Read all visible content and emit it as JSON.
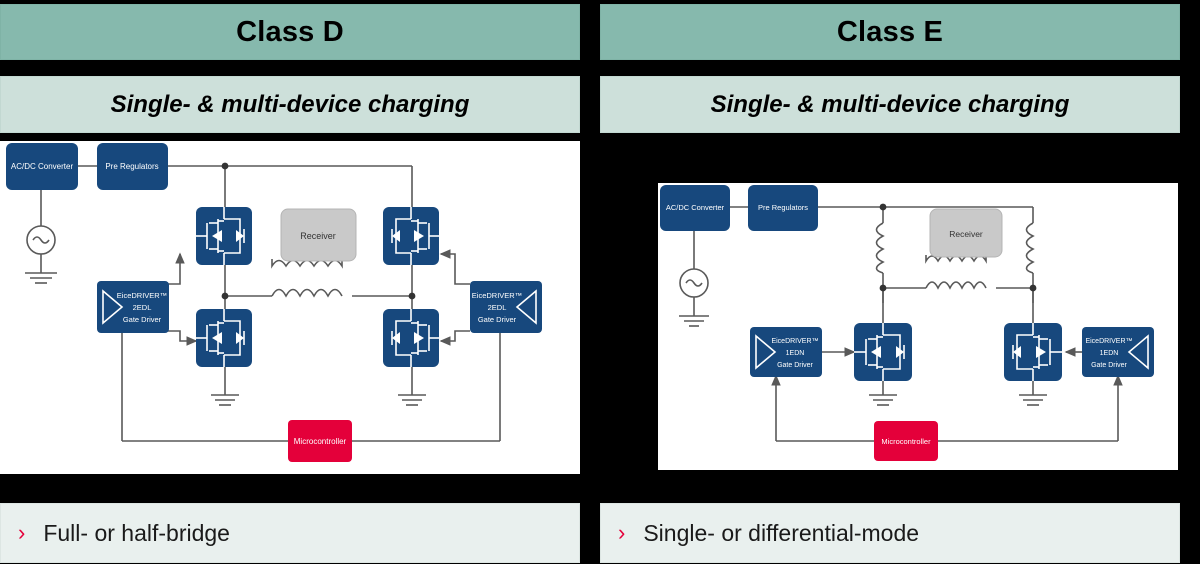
{
  "columns": [
    {
      "id": "class-d",
      "header": "Class D",
      "subtitle": "Single- & multi-device charging",
      "caption": "Full- or half-bridge",
      "bullet_glyph": "›",
      "diagram": {
        "type": "power-transfer-block-diagram",
        "blocks": [
          {
            "name": "ac-dc-converter",
            "label": "AC/DC Converter",
            "color": "#17487d"
          },
          {
            "name": "pre-regulators",
            "label": "Pre Regulators",
            "color": "#17487d"
          },
          {
            "name": "gate-driver-left",
            "label_lines": [
              "EiceDRIVER™",
              "2EDL",
              "Gate Driver"
            ],
            "color": "#17487d"
          },
          {
            "name": "gate-driver-right",
            "label_lines": [
              "EiceDRIVER™",
              "2EDL",
              "Gate Driver"
            ],
            "color": "#17487d"
          },
          {
            "name": "receiver",
            "label": "Receiver",
            "color": "#c9c9c9"
          },
          {
            "name": "microcontroller",
            "label": "Microcontroller",
            "color": "#e4003a"
          }
        ],
        "mosfet_count": 4,
        "topology": "full-bridge"
      }
    },
    {
      "id": "class-e",
      "header": "Class E",
      "subtitle": "Single- & multi-device charging",
      "caption": "Single- or differential-mode",
      "bullet_glyph": "›",
      "diagram": {
        "type": "power-transfer-block-diagram",
        "blocks": [
          {
            "name": "ac-dc-converter",
            "label": "AC/DC Converter",
            "color": "#17487d"
          },
          {
            "name": "pre-regulators",
            "label": "Pre Regulators",
            "color": "#17487d"
          },
          {
            "name": "gate-driver-left",
            "label_lines": [
              "EiceDRIVER™",
              "1EDN",
              "Gate Driver"
            ],
            "color": "#17487d"
          },
          {
            "name": "gate-driver-right",
            "label_lines": [
              "EiceDRIVER™",
              "1EDN",
              "Gate Driver"
            ],
            "color": "#17487d"
          },
          {
            "name": "receiver",
            "label": "Receiver",
            "color": "#c9c9c9"
          },
          {
            "name": "microcontroller",
            "label": "Microcontroller",
            "color": "#e4003a"
          }
        ],
        "mosfet_count": 2,
        "topology": "differential-mode"
      }
    }
  ],
  "colors": {
    "header_teal": "#86b9ad",
    "subtitle_mint": "#cde0da",
    "caption_grey": "#e9f0ee",
    "block_blue": "#17487d",
    "accent_red": "#e4003a",
    "receiver_grey": "#c9c9c9",
    "background": "#000000",
    "wire": "#595959"
  }
}
